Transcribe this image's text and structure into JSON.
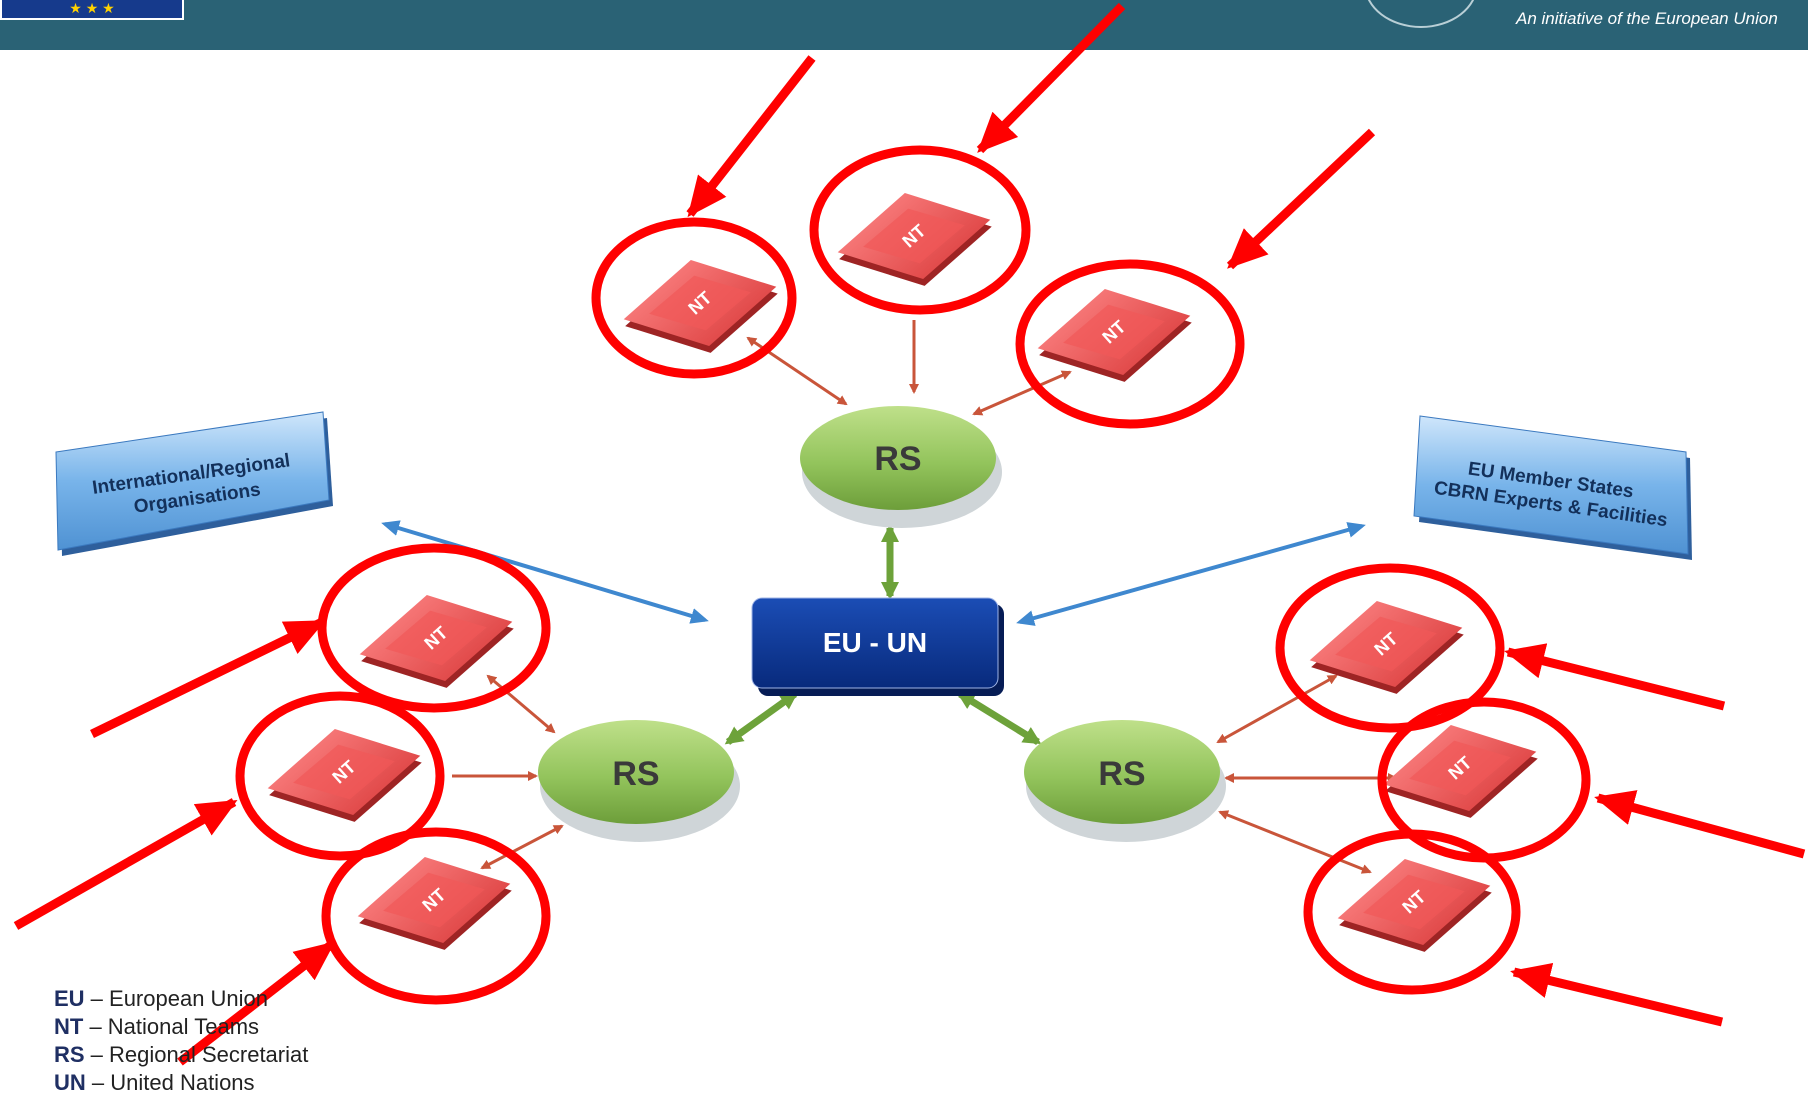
{
  "header": {
    "flag_stars": "★ ★ ★",
    "tagline": "An initiative of the European Union"
  },
  "diagram": {
    "center": "EU - UN",
    "hubs": [
      "RS",
      "RS",
      "RS"
    ],
    "node_label": "NT",
    "left_box": [
      "International/Regional",
      "Organisations"
    ],
    "right_box": [
      "EU Member States",
      "CBRN Experts & Facilities"
    ]
  },
  "legend": [
    {
      "abbr": "EU",
      "text": " – European Union"
    },
    {
      "abbr": "NT",
      "text": " – National Teams"
    },
    {
      "abbr": "RS",
      "text": " – Regional Secretariat"
    },
    {
      "abbr": "UN",
      "text": " – United Nations"
    }
  ],
  "colors": {
    "header": "#2a6275",
    "annotation_red": "#ff0000",
    "rs_green": "#8dc05a",
    "nt_red": "#e8484a",
    "center_blue": "#0b2d8c",
    "box_blue": "#69a8e0"
  }
}
